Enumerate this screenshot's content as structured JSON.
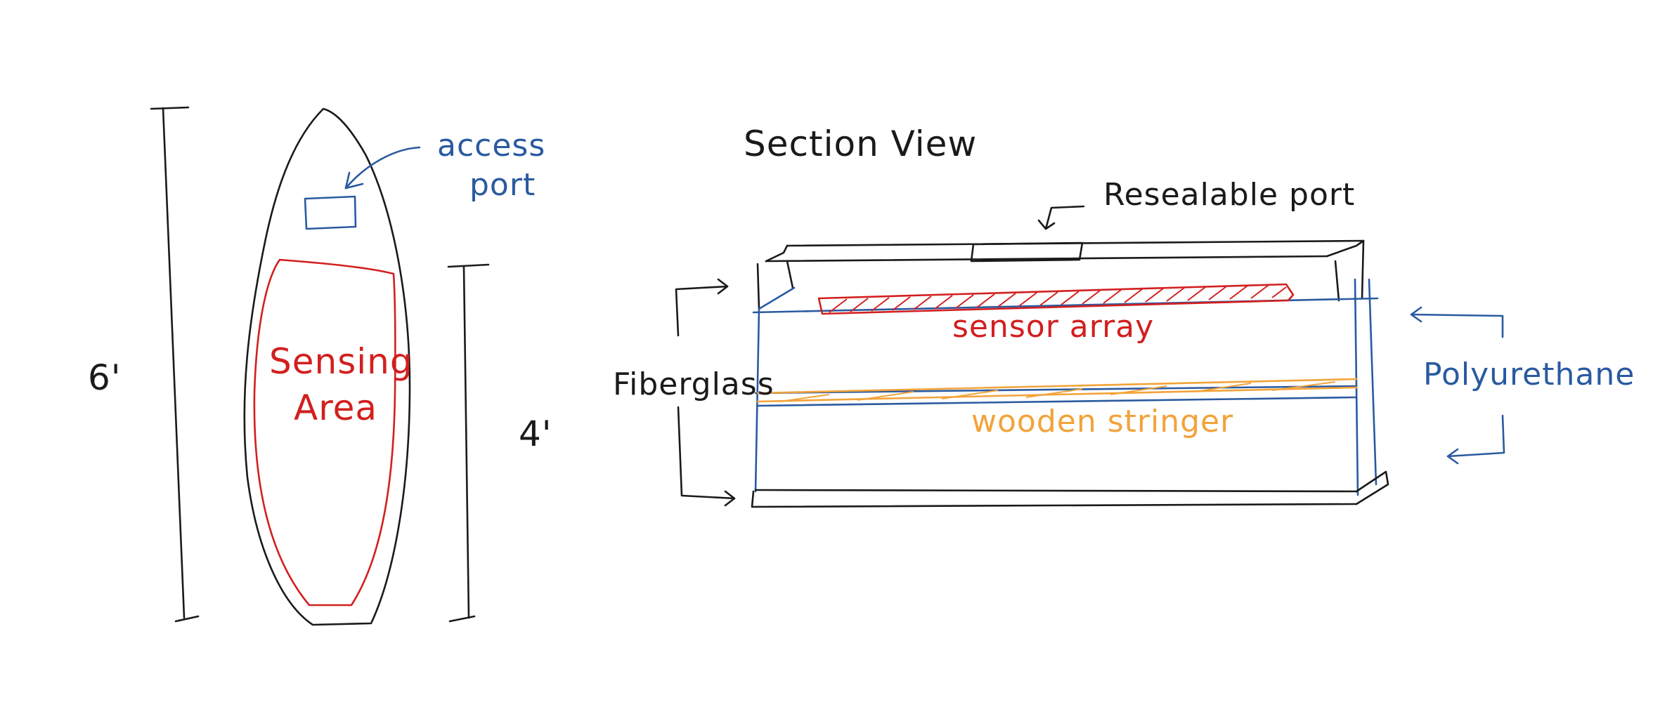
{
  "top_view": {
    "access_port_label_line1": "access",
    "access_port_label_line2": "port",
    "sensing_area_line1": "Sensing",
    "sensing_area_line2": "Area",
    "overall_length": "6'",
    "sensing_length": "4'"
  },
  "section_view": {
    "title": "Section View",
    "resealable_port": "Resealable port",
    "fiberglass": "Fiberglass",
    "sensor_array": "sensor array",
    "polyurethane": "Polyurethane",
    "wooden_stringer": "wooden stringer"
  },
  "colors": {
    "black_ink": "#1a1a1a",
    "blue_ink": "#2a5aa0",
    "red_ink": "#d21f1f",
    "orange_ink": "#f2a33a"
  }
}
